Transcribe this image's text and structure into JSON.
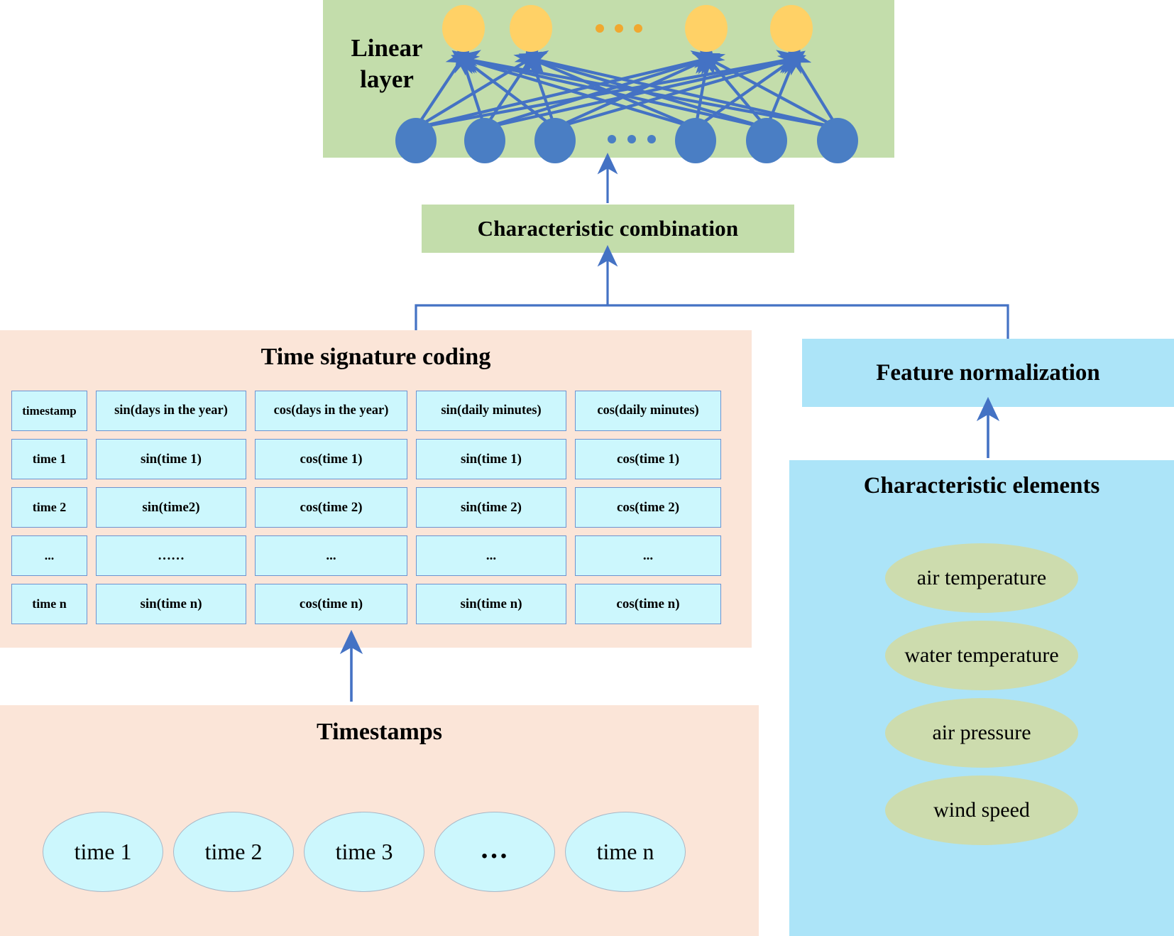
{
  "diagram": {
    "title": "Time feature encoding and feature combination network architecture",
    "colors": {
      "green_panel": "#c3ddab",
      "peach_panel": "#fbe5d8",
      "blue_panel": "#ace4f8",
      "cyan_cell": "#ccf7fd",
      "olive_ellipse": "#cddcae",
      "node_blue": "#4a7ec4",
      "node_yellow": "#ffd166",
      "arrow_blue": "#4472c4",
      "cell_border": "#6d93d0"
    }
  },
  "linear_layer": {
    "label": "Linear layer",
    "output_nodes_count": 4,
    "input_nodes_count": 6,
    "output_ellipsis": "• • •",
    "input_ellipsis": "• • •"
  },
  "characteristic_combination": {
    "label": "Characteristic combination"
  },
  "time_signature_coding": {
    "title": "Time signature coding",
    "columns": [
      "timestamp",
      "sin(days in the year)",
      "cos(days in the year)",
      "sin(daily minutes)",
      "cos(daily minutes)"
    ],
    "rows": [
      [
        "time 1",
        "sin(time 1)",
        "cos(time 1)",
        "sin(time 1)",
        "cos(time 1)"
      ],
      [
        "time 2",
        "sin(time2)",
        "cos(time 2)",
        "sin(time 2)",
        "cos(time 2)"
      ],
      [
        "...",
        "……",
        "...",
        "...",
        "..."
      ],
      [
        "time n",
        "sin(time n)",
        "cos(time n)",
        "sin(time n)",
        "cos(time n)"
      ]
    ]
  },
  "timestamps": {
    "title": "Timestamps",
    "items": [
      "time 1",
      "time 2",
      "time 3",
      "…",
      "time n"
    ]
  },
  "feature_normalization": {
    "label": "Feature normalization"
  },
  "characteristic_elements": {
    "title": "Characteristic elements",
    "items": [
      "air temperature",
      "water temperature",
      "air pressure",
      "wind speed"
    ]
  }
}
